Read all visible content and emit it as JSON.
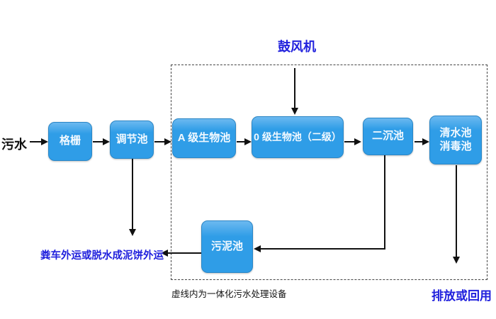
{
  "colors": {
    "box_fill_top": "#6cb9f0",
    "box_fill": "#2f9de7",
    "box_border": "#2a86c6",
    "box_text": "#f2f9ff",
    "line": "#111111",
    "blue_label": "#2121dd",
    "black_label": "#111111"
  },
  "labels": {
    "inflow": "污水",
    "blower": "鼓风机",
    "sludge_out": "粪车外运或脱水成泥饼外运",
    "discharge": "排放或回用",
    "dashed_caption": "虚线内为一体化污水处理设备"
  },
  "boxes": {
    "grid": "格栅",
    "regulating": "调节池",
    "a_bio": "A 级生物池",
    "o_bio": "0 级生物池（二级）",
    "secondary_sed": "二沉池",
    "clear_water_line1": "清水池",
    "clear_water_line2": "消毒池",
    "sludge": "污泥池"
  }
}
